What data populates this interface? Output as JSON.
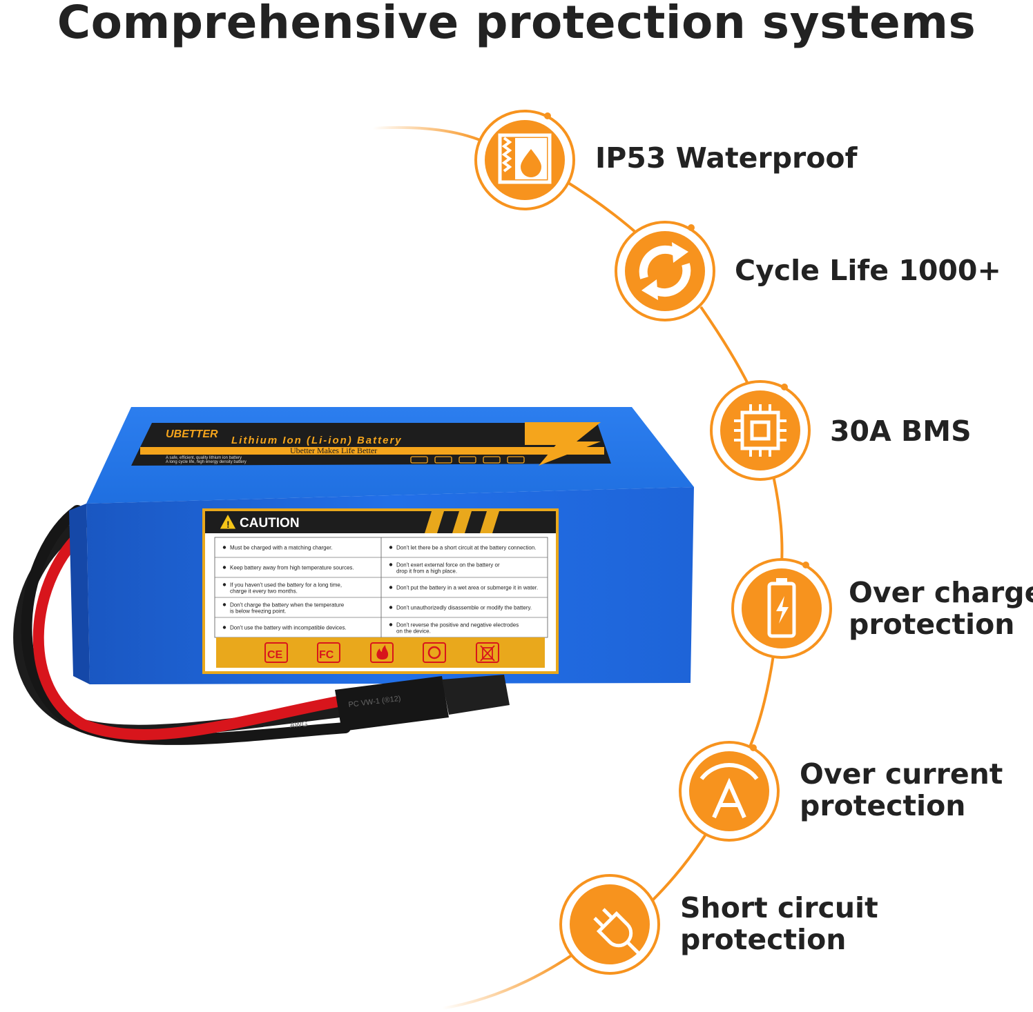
{
  "title": "Comprehensive protection systems",
  "features": [
    {
      "lines": [
        "IP53 Waterproof"
      ],
      "icon": "waterproof-icon"
    },
    {
      "lines": [
        "Cycle Life 1000+"
      ],
      "icon": "cycle-icon"
    },
    {
      "lines": [
        "30A BMS"
      ],
      "icon": "chip-icon"
    },
    {
      "lines": [
        "Over charge",
        "protection"
      ],
      "icon": "battery-charge-icon"
    },
    {
      "lines": [
        "Over current",
        "protection"
      ],
      "icon": "ammeter-icon"
    },
    {
      "lines": [
        "Short circuit",
        "protection"
      ],
      "icon": "plug-icon"
    }
  ],
  "product": {
    "brand": "UBETTER",
    "top_label": "Lithium Ion (Li-ion) Battery",
    "slogan": "Ubetter Makes Life Better",
    "top_fine_1": "A safe, efficient, quality lithium ion battery",
    "top_fine_2": "A long cycle life, high energy density battery",
    "caution_title": "CAUTION",
    "caution_left": [
      [
        "Must be charged with a matching charger."
      ],
      [
        "Keep battery away from high  temperature sources."
      ],
      [
        "If you haven't used the battery for a long time,",
        "charge it every two months."
      ],
      [
        "Don't charge the battery when the temperature",
        "is below freezing point."
      ],
      [
        "Don't use the battery with incompatible devices."
      ]
    ],
    "caution_right": [
      [
        "Don't let there be a short circuit at the battery connection."
      ],
      [
        "Don't exert external force on the battery or",
        "drop it from a high place."
      ],
      [
        "Don't put the battery in a wet area or submerge it in water."
      ],
      [
        "Don't unauthorizedly disassemble or modify the battery."
      ],
      [
        "Don't reverse the positive and negative electrodes",
        "on the device."
      ]
    ],
    "cert_marks": [
      "CE",
      "FC"
    ],
    "cable_text_1": "PC  VW-1  (®12)",
    "cable_text_2": "AWG"
  },
  "colors": {
    "accent": "#F7931E",
    "accent_dark": "#F08A00",
    "battery_blue": "#1F6FE0",
    "title": "#222222"
  }
}
